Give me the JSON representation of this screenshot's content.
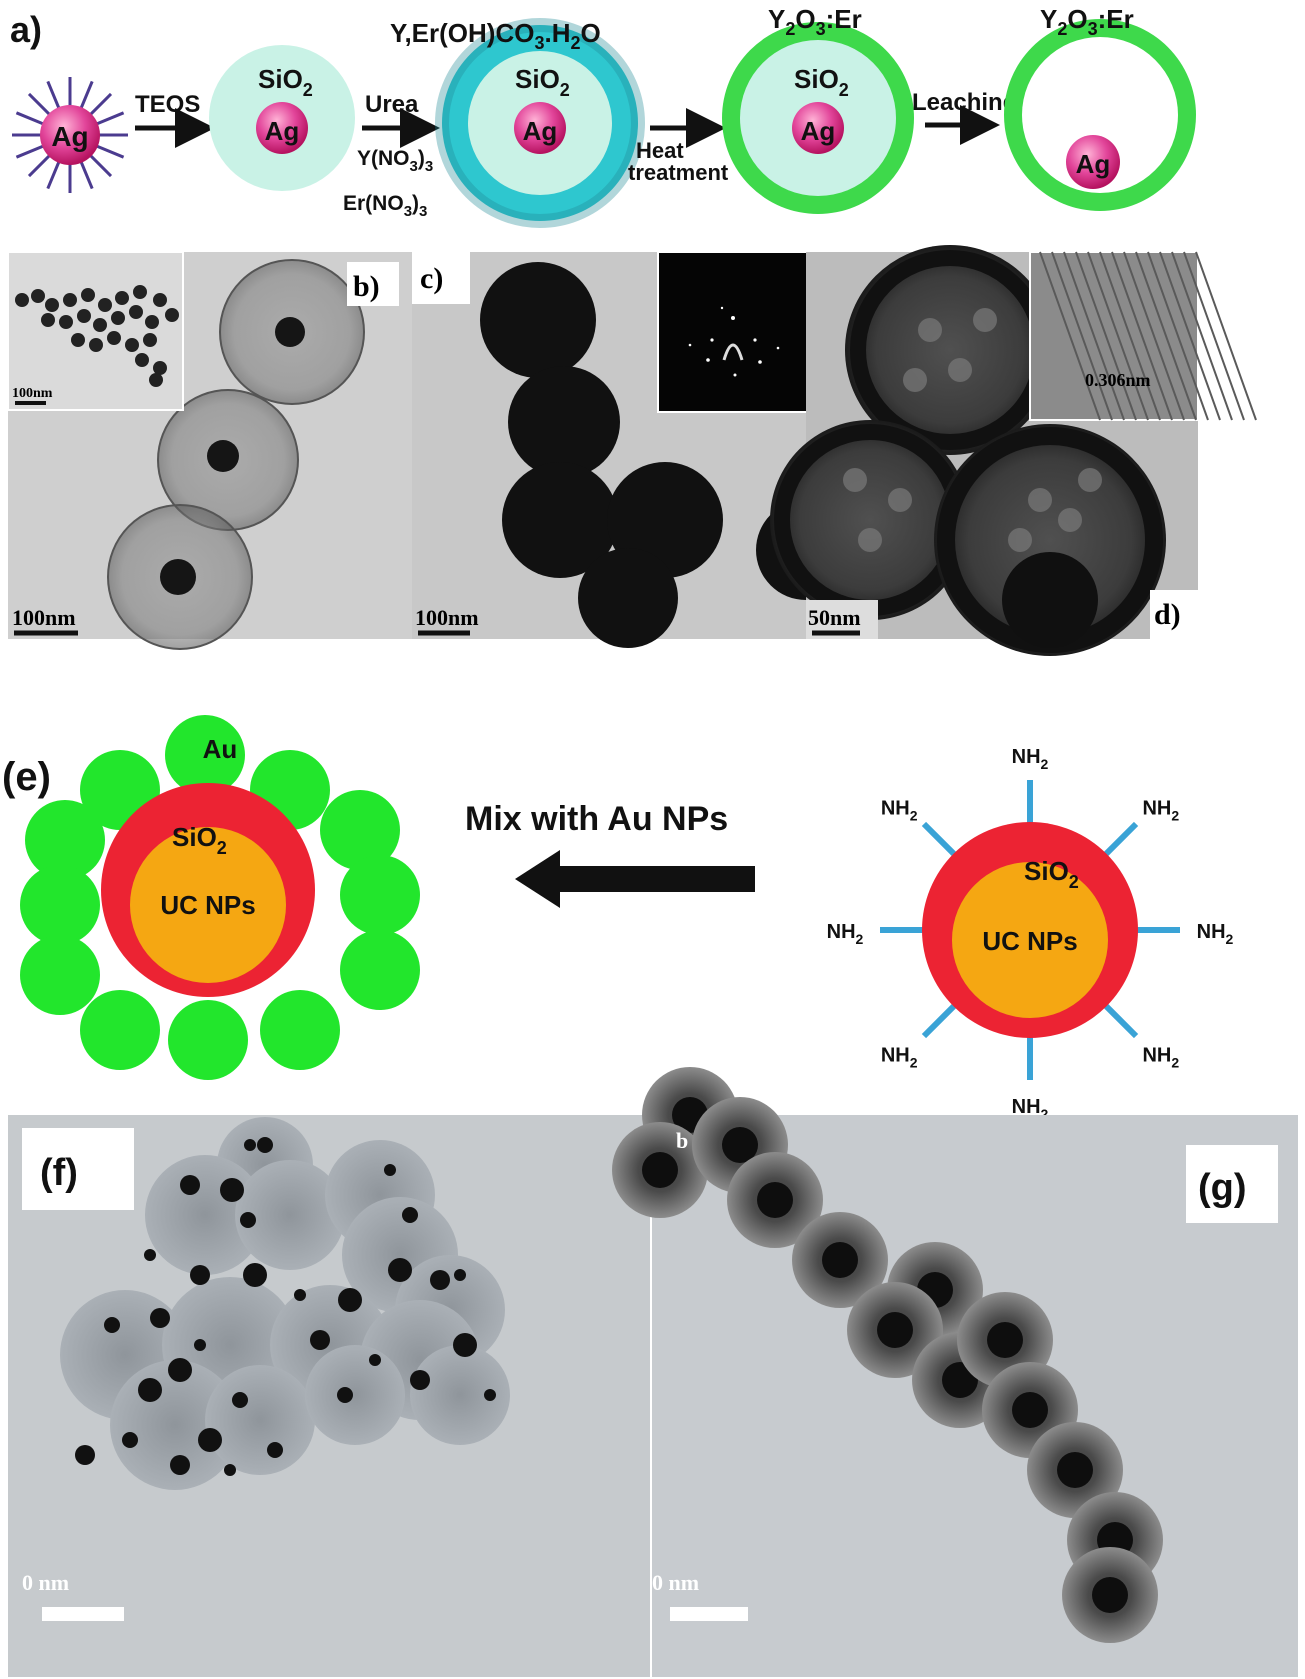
{
  "panel_a": {
    "label": "a)",
    "core": "Ag",
    "step1": "TEOS",
    "sio2": "SiO",
    "sio2_sub": "2",
    "step2_reagents": [
      "Urea",
      "Y(NO",
      "Er(NO"
    ],
    "step2_subs": [
      "3",
      "3"
    ],
    "precursor": "Y,Er(OH)CO",
    "precursor_tail": ".H",
    "precursor_o": "O",
    "step3": [
      "Heat",
      "treatment"
    ],
    "oxide": "Y",
    "oxide_mid": "O",
    "oxide_tail": ":Er",
    "step4": "Leaching",
    "colors": {
      "ag_core": "#d6307a",
      "sio2": "#c9f2e6",
      "shell_precursor": "#2ec7cf",
      "shell_oxide": "#3ed94b",
      "arrow": "#111111"
    }
  },
  "panel_b": {
    "label": "b)",
    "scale": "100nm",
    "inset_scale": "100nm"
  },
  "panel_c": {
    "label": "c)",
    "scale": "100nm"
  },
  "panel_d": {
    "label": "d)",
    "scale": "50nm",
    "inset_text": "0.306nm"
  },
  "panel_e": {
    "label": "(e)",
    "au": "Au",
    "sio2": "SiO",
    "sio2_sub": "2",
    "core": "UC NPs",
    "arrow_label": "Mix with Au NPs",
    "nh2": "NH",
    "nh2_sub": "2",
    "colors": {
      "au": "#22e62c",
      "shell": "#ec2333",
      "core": "#f5a712",
      "ligand": "#3aa3d6"
    }
  },
  "panel_f": {
    "label": "(f)",
    "scale": "0 nm"
  },
  "panel_g": {
    "label": "(g)",
    "corner": "b",
    "scale": "0 nm"
  }
}
